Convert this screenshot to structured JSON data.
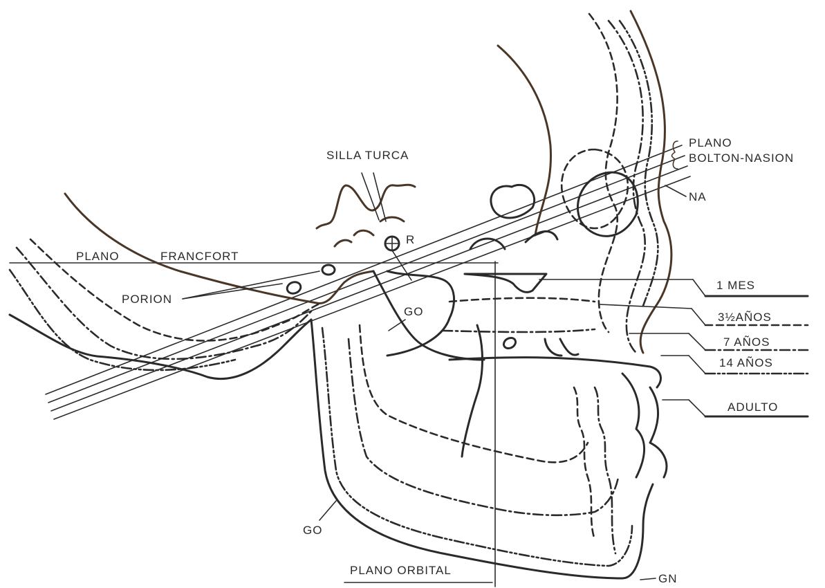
{
  "labels": {
    "silla_turca": "SILLA TURCA",
    "plano_bolton_1": "PLANO",
    "plano_bolton_2": "BOLTON-NASION",
    "na": "NA",
    "r": "R",
    "plano": "PLANO",
    "francfort": "FRANCFORT",
    "porion": "PORION",
    "go_upper": "GO",
    "go_lower": "GO",
    "plano_orbital": "PLANO ORBITAL",
    "gn": "GN"
  },
  "legend": [
    {
      "label": "1 MES",
      "style": "solid"
    },
    {
      "label": "3½AÑOS",
      "style": "dashed"
    },
    {
      "label": "7 AÑOS",
      "style": "dash-dot"
    },
    {
      "label": "14 AÑOS",
      "style": "dash-dot-dot"
    },
    {
      "label": "ADULTO",
      "style": "solid"
    }
  ],
  "colors": {
    "ink": "#2a2a2a",
    "brown_ink": "#4a3626",
    "paper": "#ffffff"
  }
}
